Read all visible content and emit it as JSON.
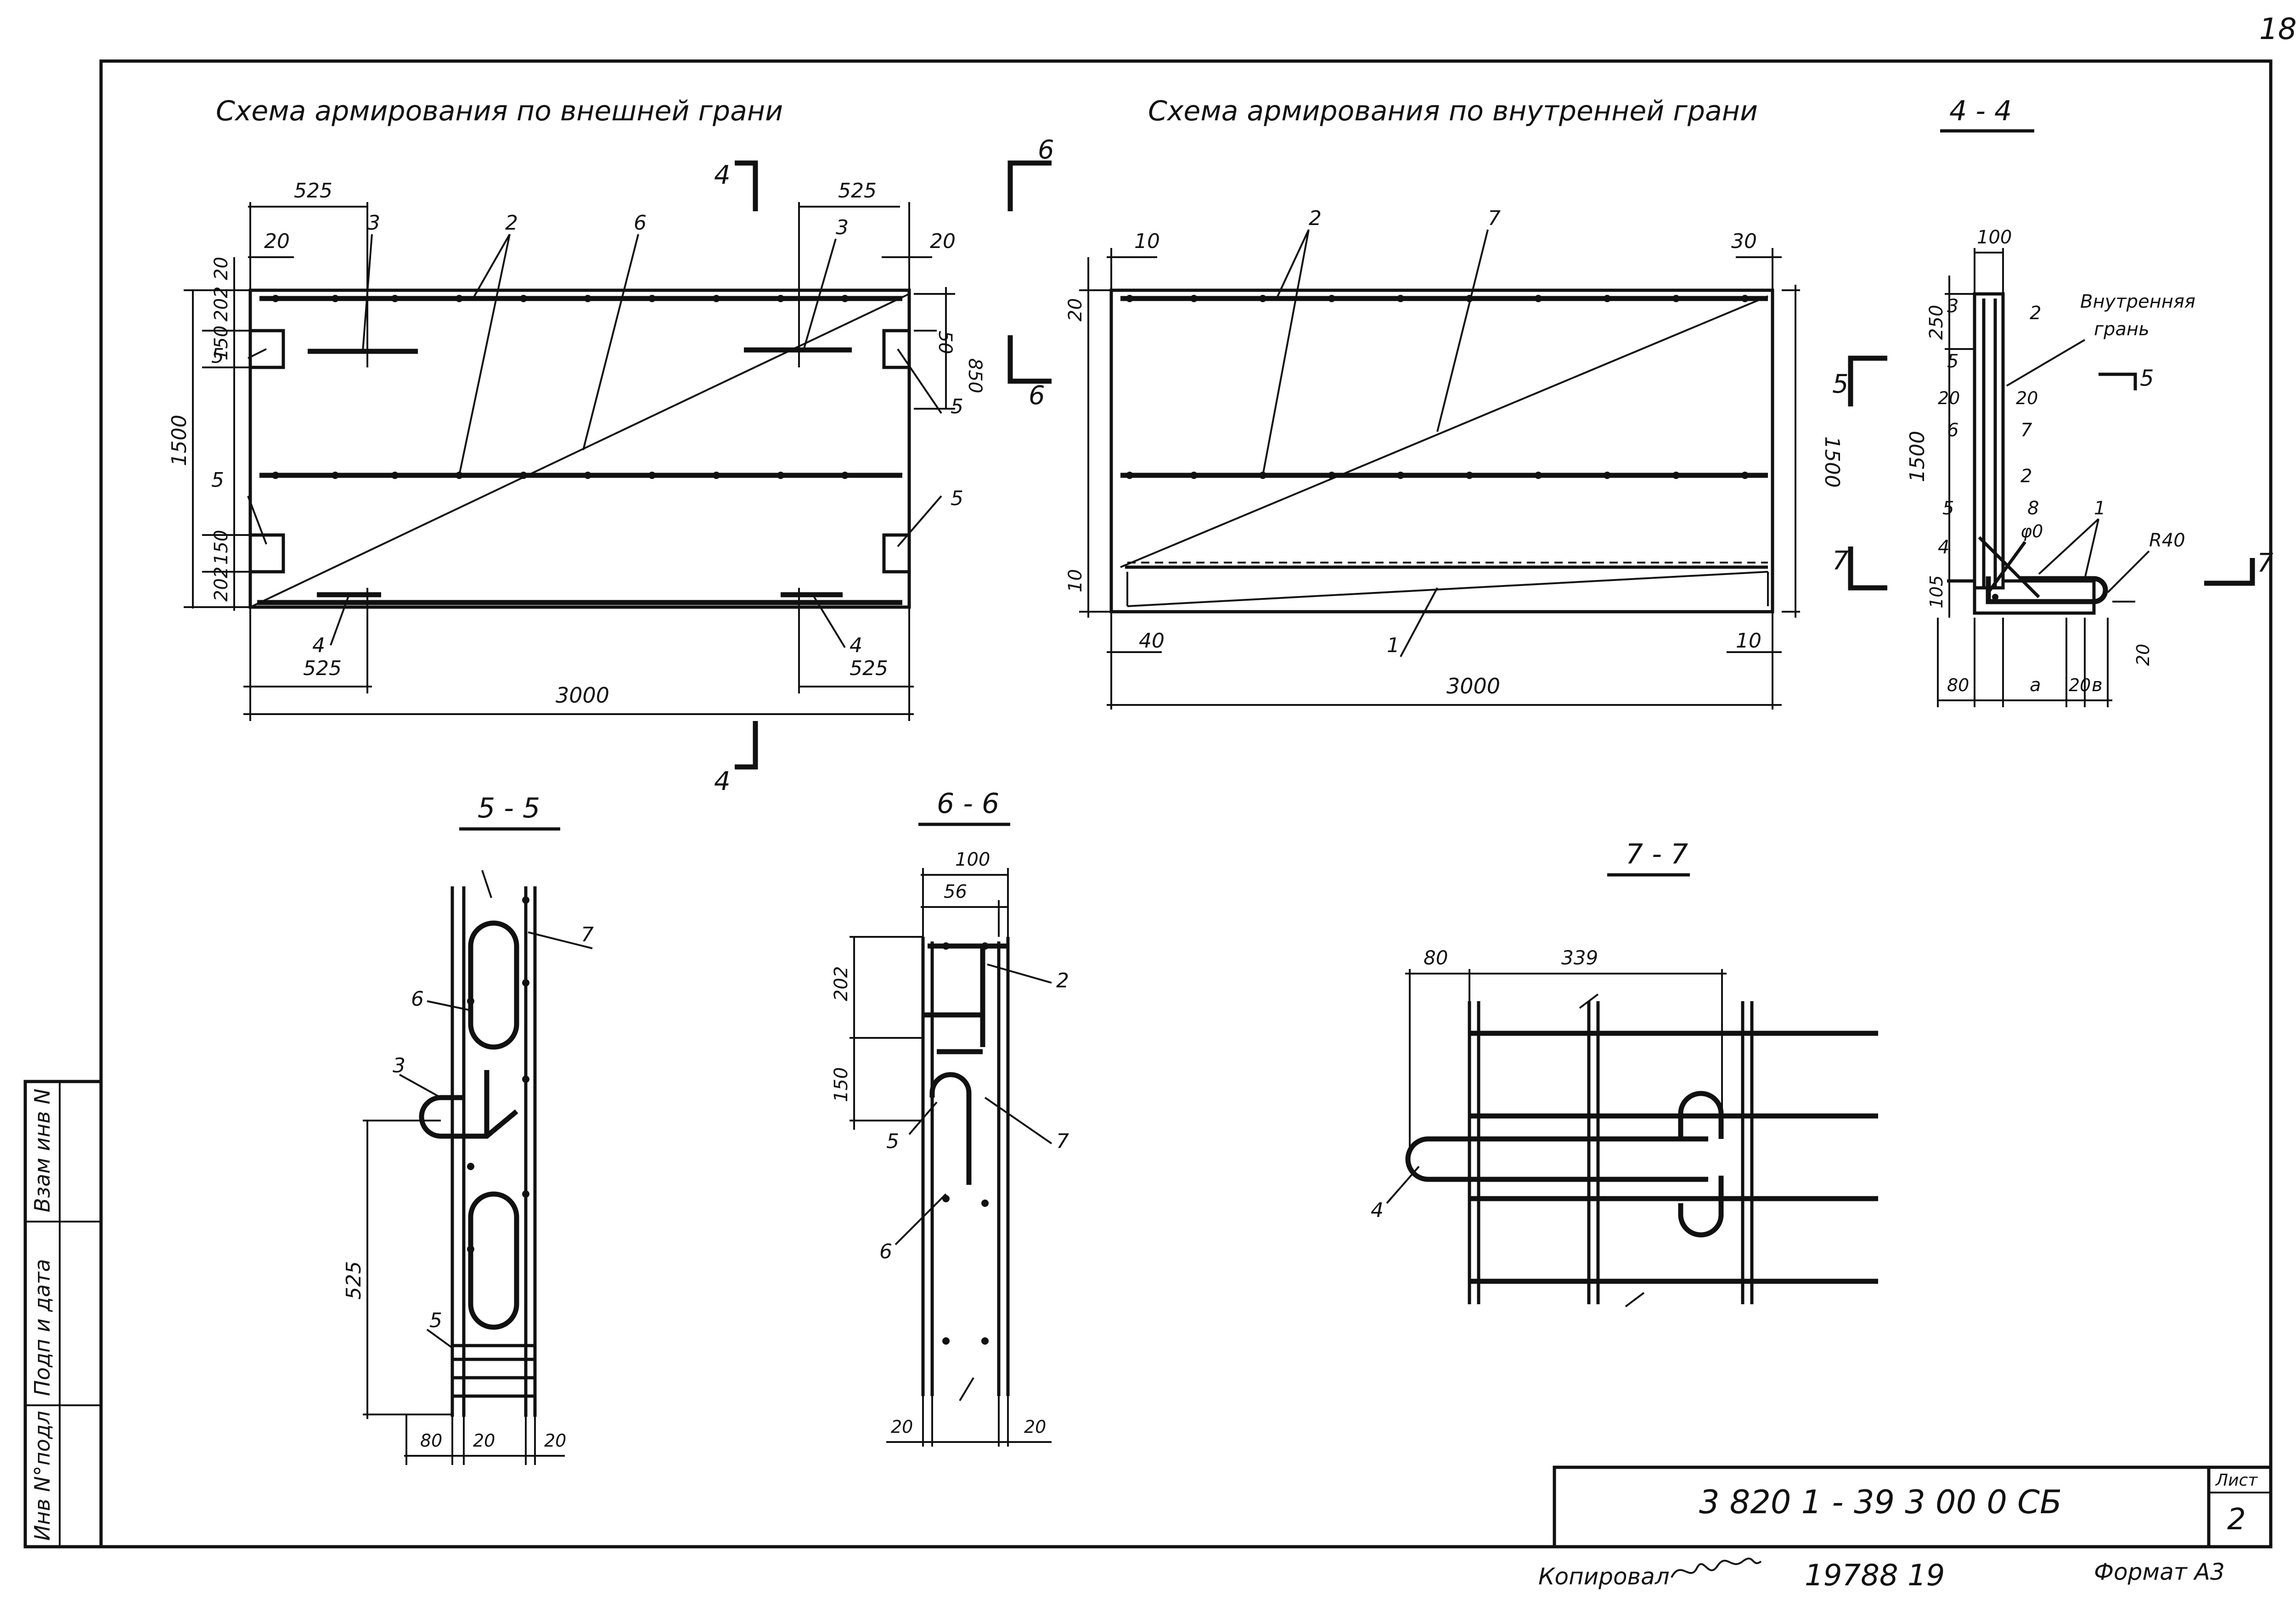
{
  "page_number": "18",
  "titles": {
    "outer": "Схема армирования по внешней грани",
    "inner": "Схема армирования по внутренней грани",
    "sec44": "4 - 4",
    "sec55": "5 - 5",
    "sec66": "6 - 6",
    "sec77": "7 - 7"
  },
  "outer": {
    "d_top_left": "525",
    "d_top_right": "525",
    "d_left_20": "20",
    "d_right_20": "20",
    "d_20v": "20",
    "d_202_top": "202",
    "d_150_top": "150",
    "d_1500": "1500",
    "d_150_bot": "150",
    "d_202_bot": "202",
    "d_50": "50",
    "d_850": "850",
    "d_bot_left": "525",
    "d_bot_right": "525",
    "d_3000": "3000",
    "pos_3a": "3",
    "pos_2": "2",
    "pos_6": "6",
    "pos_3b": "3",
    "pos_5a": "5",
    "pos_5b": "5",
    "pos_5c": "5",
    "pos_5d": "5",
    "pos_4a": "4",
    "pos_4b": "4",
    "cut4_top": "4",
    "cut4_bot": "4",
    "cut6_top": "6",
    "cut6_bot": "6"
  },
  "inner": {
    "d_10_top": "10",
    "d_30": "30",
    "d_20": "20",
    "d_10_left": "10",
    "d_1500": "1500",
    "d_40": "40",
    "d_10_bot": "10",
    "d_3000": "3000",
    "pos_2": "2",
    "pos_7": "7",
    "pos_1": "1",
    "cut5": "5",
    "cut7": "7"
  },
  "s44": {
    "d_100": "100",
    "d_250": "250",
    "d_1500": "1500",
    "d_105": "105",
    "d_80": "80",
    "d_a": "a",
    "d_20": "20",
    "d_b": "в",
    "d_20v": "20",
    "r40": "R40",
    "phi": "φ0",
    "pos_3": "3",
    "pos_2a": "2",
    "pos_5a": "5",
    "pos_20a": "20",
    "pos_20b": "20",
    "pos_6": "6",
    "pos_7": "7",
    "pos_2b": "2",
    "pos_5b": "5",
    "pos_8": "8",
    "pos_1": "1",
    "pos_4": "4",
    "inner_face_1": "Внутренняя",
    "inner_face_2": "грань",
    "cut5": "5",
    "cut7": "7"
  },
  "s55": {
    "pos_7": "7",
    "pos_6": "6",
    "pos_3": "3",
    "pos_5": "5",
    "d_525": "525",
    "d_80": "80",
    "d_20a": "20",
    "d_20b": "20"
  },
  "s66": {
    "d_100": "100",
    "d_56": "56",
    "d_202": "202",
    "d_150": "150",
    "pos_2": "2",
    "pos_5": "5",
    "pos_7": "7",
    "pos_6": "6",
    "d_20a": "20",
    "d_20b": "20"
  },
  "s77": {
    "d_80": "80",
    "d_339": "339",
    "pos_4": "4"
  },
  "side_stamp": {
    "vzam": "Взам инв N",
    "podp": "Подп и дата",
    "inv": "Инв N°подл"
  },
  "title_block": {
    "code": "3 820 1 - 39   3 00 0 СБ",
    "sheet_label": "Лист",
    "sheet_no": "2"
  },
  "footer": {
    "copied": "Копировал",
    "number": "19788  19",
    "format": "Формат А3"
  }
}
